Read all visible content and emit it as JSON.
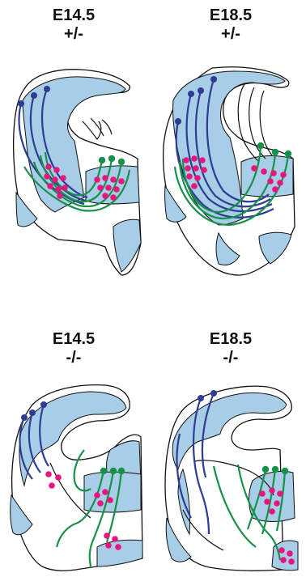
{
  "panels": [
    {
      "stage": "E14.5",
      "genotype": "+/-"
    },
    {
      "stage": "E18.5",
      "genotype": "+/-"
    },
    {
      "stage": "E14.5",
      "genotype": "-/-"
    },
    {
      "stage": "E18.5",
      "genotype": "-/-"
    }
  ],
  "colors": {
    "ventricular_zone": "#a8cde6",
    "cortical_axon": "#2e3c94",
    "thalamic_axon": "#17914a",
    "cell_body": "#e5177e"
  }
}
